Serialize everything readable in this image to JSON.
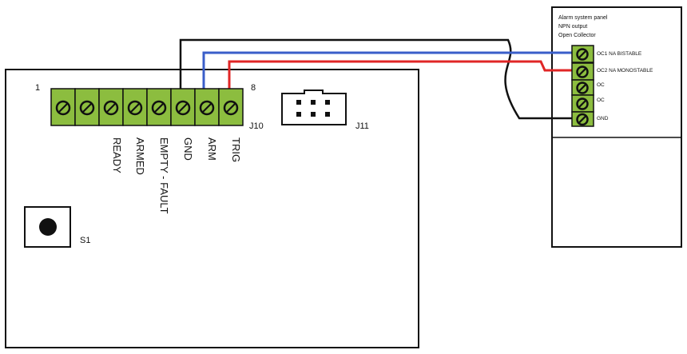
{
  "board": {
    "pin_first": "1",
    "pin_last": "8",
    "connector_j10": "J10",
    "connector_j11": "J11",
    "button": "S1",
    "terminal_labels": [
      "READY",
      "ARMED",
      "EMPTY - FAULT",
      "GND",
      "ARM",
      "TRIG"
    ]
  },
  "panel": {
    "title_lines": [
      "Alarm system panel",
      "NPN output",
      "Open Collector"
    ],
    "terminal_labels": [
      "OC1 NA BISTABLE",
      "OC2 NA MONOSTABLE",
      "OC",
      "OC",
      "GND"
    ]
  },
  "colors": {
    "terminal_green": "#8cbd3f",
    "wire_blue": "#3a5ec9",
    "wire_red": "#e02626",
    "wire_black": "#111111"
  }
}
